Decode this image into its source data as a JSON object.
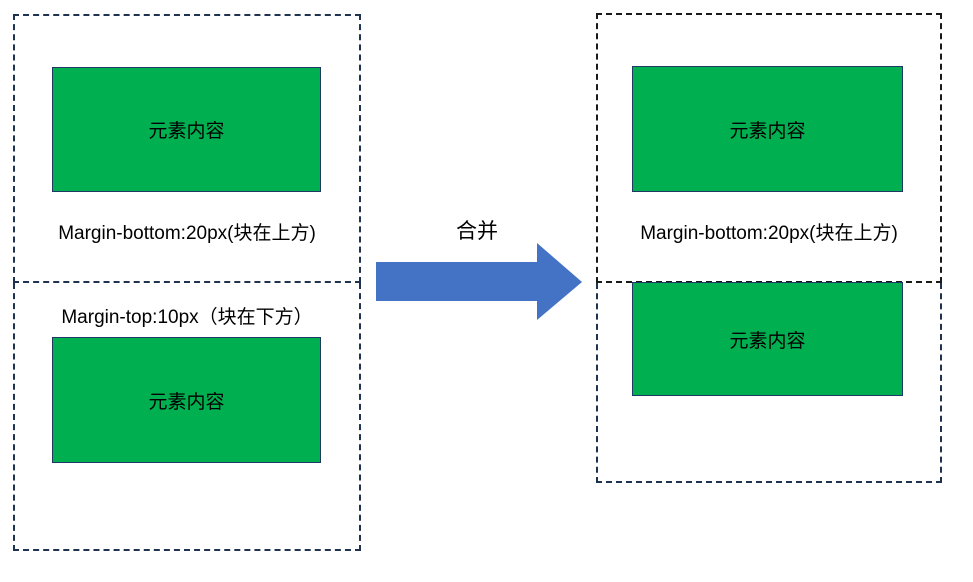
{
  "diagram": {
    "left_group": {
      "top_box": {
        "content_label": "元素内容",
        "margin_label": "Margin-bottom:20px(块在上方)"
      },
      "bottom_box": {
        "margin_label": "Margin-top:10px（块在下方）",
        "content_label": "元素内容"
      }
    },
    "arrow": {
      "label": "合并"
    },
    "right_group": {
      "top_box": {
        "content_label": "元素内容",
        "margin_label": "Margin-bottom:20px(块在上方)"
      },
      "bottom_box": {
        "content_label": "元素内容"
      }
    },
    "colors": {
      "green_fill": "#00B050",
      "green_border": "#1F3864",
      "arrow_blue": "#4472C4",
      "dash_navy": "#1F3350",
      "dash_black": "#1A1A1A",
      "text_black": "#000000"
    }
  }
}
